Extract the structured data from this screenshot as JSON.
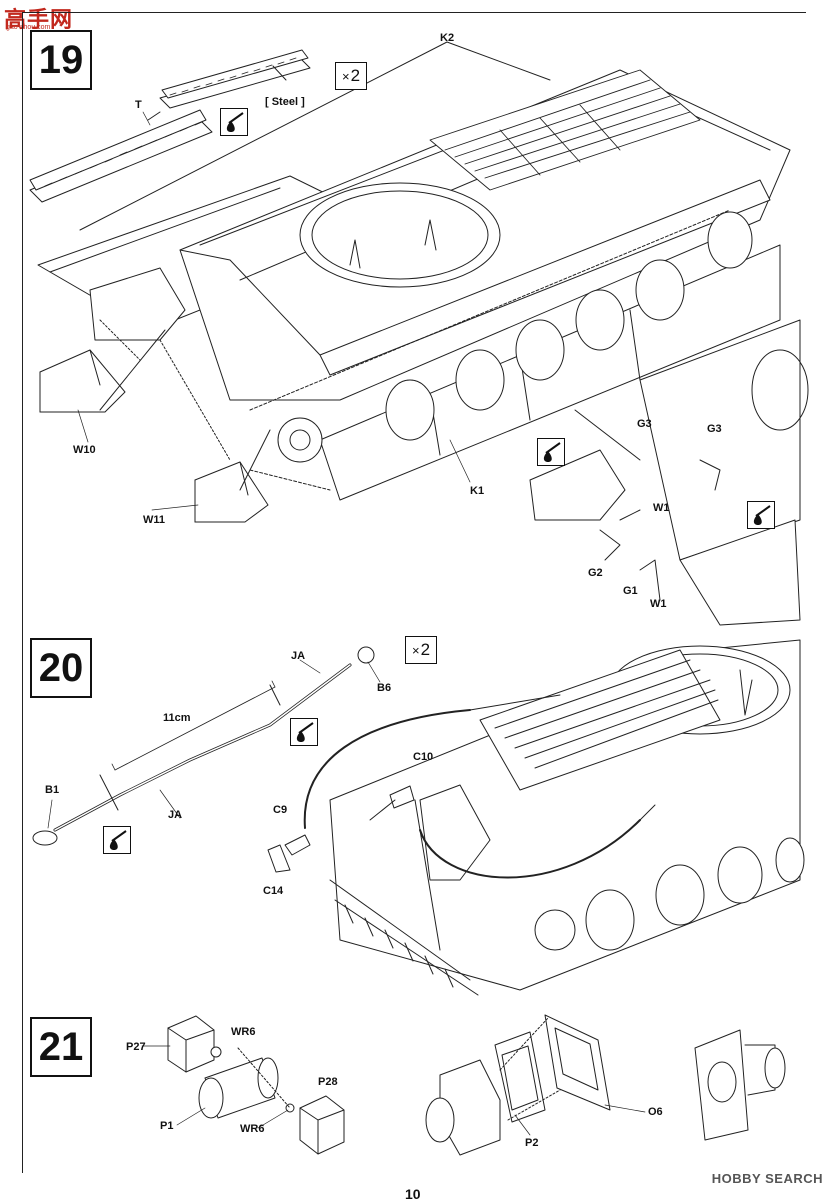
{
  "watermark": {
    "site_logo": "高手网",
    "site_logo_sub": "gao-shou.com",
    "brand": "HOBBY SEARCH"
  },
  "page_number": "10",
  "steps": [
    {
      "number": "19",
      "multiplier": "2",
      "material_note": "[ Steel ]",
      "labels": {
        "K2": "K2",
        "T": "T",
        "W10": "W10",
        "W11": "W11",
        "K1": "K1",
        "G3a": "G3",
        "G3b": "G3",
        "W1a": "W1",
        "W1b": "W1",
        "G2": "G2",
        "G1": "G1"
      }
    },
    {
      "number": "20",
      "multiplier": "2",
      "length_note": "11cm",
      "labels": {
        "JA_top": "JA",
        "JA_bottom": "JA",
        "B6": "B6",
        "B1": "B1",
        "C10": "C10",
        "C9": "C9",
        "C14": "C14"
      }
    },
    {
      "number": "21",
      "labels": {
        "P27": "P27",
        "WR6a": "WR6",
        "P28": "P28",
        "P1": "P1",
        "WR6b": "WR6",
        "P2": "P2",
        "O6": "O6"
      }
    }
  ],
  "icons": [
    "glue-icon",
    "multiply-icon"
  ]
}
